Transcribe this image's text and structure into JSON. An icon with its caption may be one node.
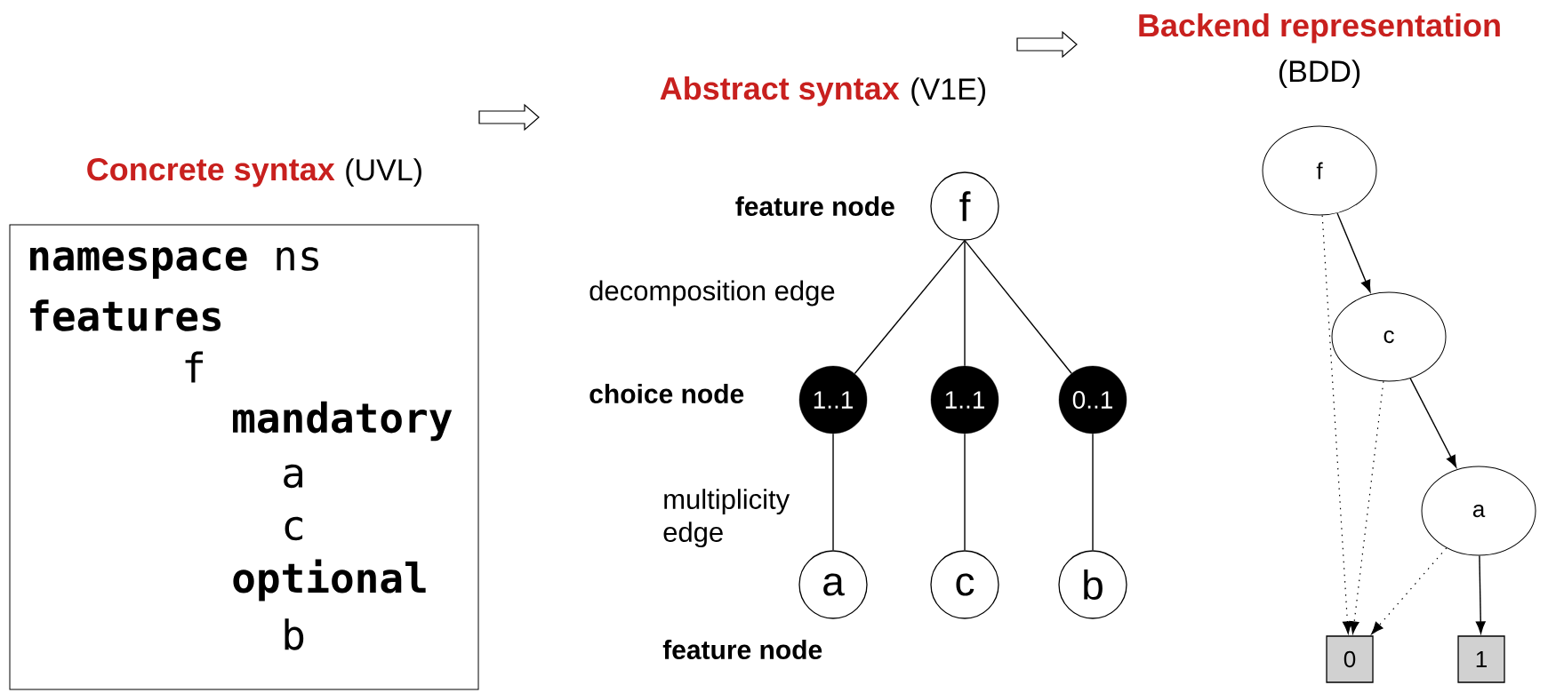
{
  "diagram": {
    "nodes": [
      {
        "text": [
          "**namespace** ns",
          "**features**",
          "f",
          "**mandatory**",
          "a",
          "c",
          "**optional**",
          "b"
        ]
      },
      {
        "text": [
          "f"
        ]
      },
      {
        "text": [
          "1..1"
        ]
      },
      {
        "text": [
          "1..1"
        ]
      },
      {
        "text": [
          "0..1"
        ]
      },
      {
        "text": [
          "a"
        ]
      },
      {
        "text": [
          "c"
        ]
      },
      {
        "text": [
          "b"
        ]
      },
      {
        "text": [
          "f"
        ]
      },
      {
        "text": [
          "c"
        ]
      },
      {
        "text": [
          "a"
        ]
      },
      {
        "text": [
          "0"
        ]
      },
      {
        "text": [
          "1"
        ]
      }
    ],
    "edges": [
      {
        "from": 1,
        "to": 2,
        "arrow": "none"
      },
      {
        "from": 1,
        "to": 3,
        "arrow": "none"
      },
      {
        "from": 1,
        "to": 4,
        "arrow": "none"
      },
      {
        "from": 2,
        "to": 5,
        "arrow": "none"
      },
      {
        "from": 3,
        "to": 6,
        "arrow": "none"
      },
      {
        "from": 4,
        "to": 7,
        "arrow": "none"
      },
      {
        "from": 8,
        "to": 9,
        "arrow": "to"
      },
      {
        "from": 8,
        "to": 11,
        "arrow": "to",
        "style": "dashed"
      },
      {
        "from": 9,
        "to": 10,
        "arrow": "to"
      },
      {
        "from": 9,
        "to": 11,
        "arrow": "to",
        "style": "dashed"
      },
      {
        "from": 10,
        "to": 12,
        "arrow": "to"
      },
      {
        "from": 10,
        "to": 11,
        "arrow": "to",
        "style": "dashed"
      }
    ],
    "labels": [
      "Concrete syntax",
      "(UVL)",
      "Abstract syntax",
      "(V1E)",
      "Backend representation",
      "(BDD)",
      "feature node",
      "decomposition edge",
      "choice node",
      "multiplicity edge",
      "feature node"
    ]
  }
}
